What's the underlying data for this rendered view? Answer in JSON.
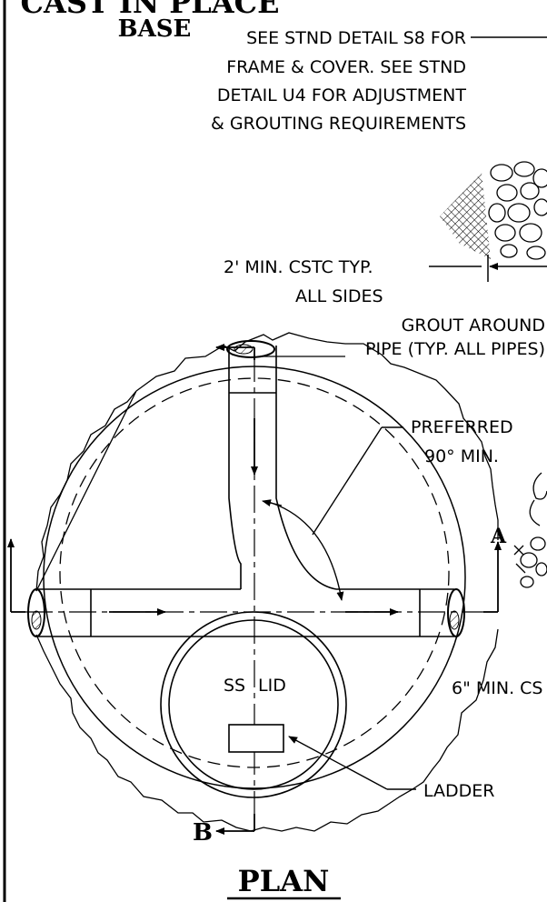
{
  "title": {
    "line1": "CAST IN PLACE",
    "line2": "BASE"
  },
  "notes": {
    "frame_cover": [
      "SEE STND DETAIL S8 FOR",
      "FRAME & COVER. SEE STND",
      "DETAIL U4 FOR ADJUSTMENT",
      "& GROUTING REQUIREMENTS"
    ],
    "cstc": [
      "2' MIN. CSTC TYP.",
      "ALL SIDES"
    ],
    "grout": [
      "GROUT AROUND",
      "PIPE (TYP. ALL PIPES)"
    ],
    "preferred": [
      "PREFERRED",
      "90° MIN."
    ],
    "min_cstc_6": "6\" MIN. CS",
    "ss": "SS",
    "lid": "LID",
    "ladder": "LADDER"
  },
  "section_markers": {
    "a": "A",
    "b": "B"
  },
  "view_label": "PLAN"
}
